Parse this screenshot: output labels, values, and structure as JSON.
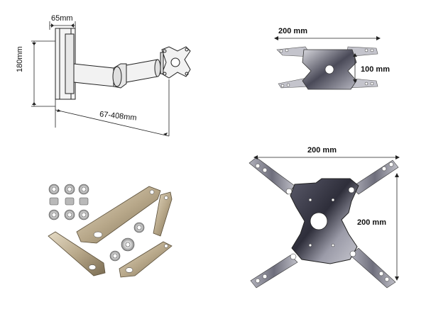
{
  "arm_drawing": {
    "width_label": "65mm",
    "height_label": "180mm",
    "reach_label": "67-408mm"
  },
  "small_plate": {
    "width_label": "200 mm",
    "height_label": "100 mm"
  },
  "large_plate": {
    "width_label": "200 mm",
    "height_label": "200 mm"
  },
  "colors": {
    "metal_dark": "#3a3a44",
    "metal_light": "#c9c9cf",
    "bracket_bronze": "#b8a88a",
    "line": "#222222"
  }
}
